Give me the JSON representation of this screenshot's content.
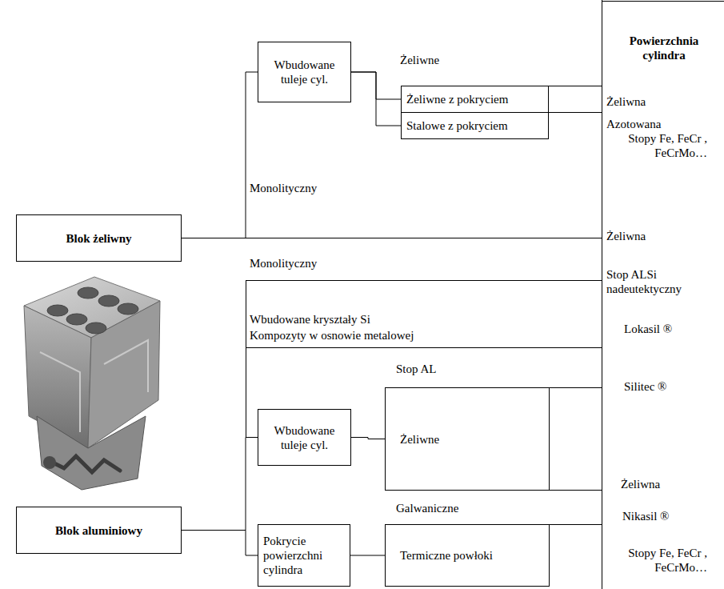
{
  "diagram": {
    "nodes": [
      {
        "text": [
          "Wbudowane tuleje cyl."
        ]
      },
      {
        "text": [
          "Żeliwne z pokryciem"
        ]
      },
      {
        "text": [
          "Stalowe z pokryciem"
        ]
      },
      {
        "text": [
          "Blok żeliwny"
        ]
      },
      {
        "text": [
          "Wbudowane tuleje cyl."
        ]
      },
      {
        "text": [
          "Żeliwne"
        ]
      },
      {
        "text": [
          "Blok aluminiowy"
        ]
      },
      {
        "text": [
          "Pokrycie powierzchni cylindra"
        ]
      },
      {
        "text": [
          "Termiczne powłoki"
        ]
      }
    ],
    "edges": [
      {
        "from": 3,
        "to": 0,
        "arrow": "none"
      },
      {
        "from": 0,
        "to": 1,
        "arrow": "none"
      },
      {
        "from": 0,
        "to": 2,
        "arrow": "none"
      },
      {
        "from": 6,
        "to": 4,
        "arrow": "none"
      },
      {
        "from": 4,
        "to": 5,
        "arrow": "none"
      },
      {
        "from": 6,
        "to": 7,
        "arrow": "none"
      },
      {
        "from": 7,
        "to": 8,
        "arrow": "none"
      }
    ],
    "labels": [
      "Powierzchnia cylindra",
      "Żeliwne",
      "Żeliwna",
      "Azotowana",
      "Stopy Fe, FeCr , FeCrMo…",
      "Monolityczny",
      "Żeliwna",
      "Monolityczny",
      "Stop ALSi nadeutektyczny",
      "Wbudowane kryształy Si",
      "Kompozyty w osnowie metalowej",
      "Lokasil ®",
      "Stop AL",
      "Silitec ®",
      "Żeliwna",
      "Galwaniczne",
      "Nikasil ®",
      "Stopy Fe, FeCr , FeCrMo…"
    ]
  }
}
